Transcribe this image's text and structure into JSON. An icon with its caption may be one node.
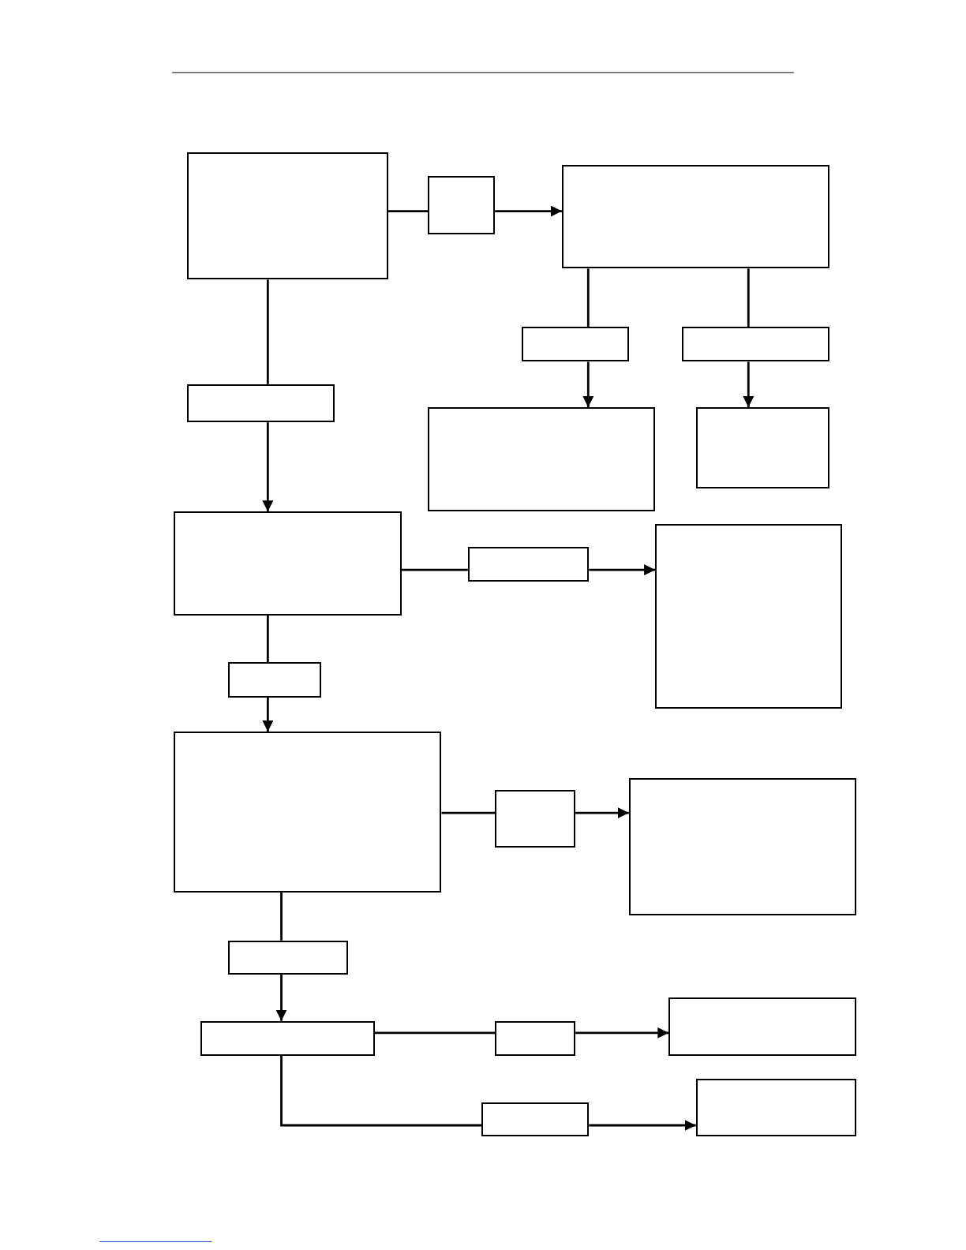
{
  "diagram": {
    "nodes": [
      {
        "text": [],
        "shape": "box"
      },
      {
        "text": [],
        "shape": "box"
      },
      {
        "text": [],
        "shape": "box"
      },
      {
        "text": [],
        "shape": "box"
      },
      {
        "text": [],
        "shape": "box"
      },
      {
        "text": [],
        "shape": "box"
      },
      {
        "text": [],
        "shape": "box"
      },
      {
        "text": [],
        "shape": "box"
      },
      {
        "text": [],
        "shape": "box"
      },
      {
        "text": [],
        "shape": "box"
      },
      {
        "text": [],
        "shape": "box"
      },
      {
        "text": [],
        "shape": "box"
      },
      {
        "text": [],
        "shape": "box"
      },
      {
        "text": [],
        "shape": "box"
      },
      {
        "text": [],
        "shape": "box"
      },
      {
        "text": [],
        "shape": "box"
      },
      {
        "text": [],
        "shape": "box"
      },
      {
        "text": [],
        "shape": "box"
      },
      {
        "text": [],
        "shape": "box"
      },
      {
        "text": [],
        "shape": "box"
      },
      {
        "text": [],
        "shape": "box"
      }
    ],
    "edges": [
      {
        "from": 0,
        "to": 1,
        "arrow": "none"
      },
      {
        "from": 1,
        "to": 2,
        "arrow": "to"
      },
      {
        "from": 2,
        "to": 3,
        "arrow": "none"
      },
      {
        "from": 3,
        "to": 6,
        "arrow": "to"
      },
      {
        "from": 2,
        "to": 4,
        "arrow": "none"
      },
      {
        "from": 4,
        "to": 7,
        "arrow": "to"
      },
      {
        "from": 0,
        "to": 5,
        "arrow": "none"
      },
      {
        "from": 5,
        "to": 8,
        "arrow": "to"
      },
      {
        "from": 8,
        "to": 9,
        "arrow": "none"
      },
      {
        "from": 9,
        "to": 10,
        "arrow": "to"
      },
      {
        "from": 8,
        "to": 11,
        "arrow": "none"
      },
      {
        "from": 11,
        "to": 12,
        "arrow": "to"
      },
      {
        "from": 12,
        "to": 13,
        "arrow": "none"
      },
      {
        "from": 13,
        "to": 14,
        "arrow": "to"
      },
      {
        "from": 12,
        "to": 15,
        "arrow": "none"
      },
      {
        "from": 15,
        "to": 16,
        "arrow": "to"
      },
      {
        "from": 16,
        "to": 17,
        "arrow": "none"
      },
      {
        "from": 17,
        "to": 18,
        "arrow": "to"
      },
      {
        "from": 16,
        "to": 19,
        "arrow": "none"
      },
      {
        "from": 19,
        "to": 20,
        "arrow": "to"
      }
    ]
  }
}
